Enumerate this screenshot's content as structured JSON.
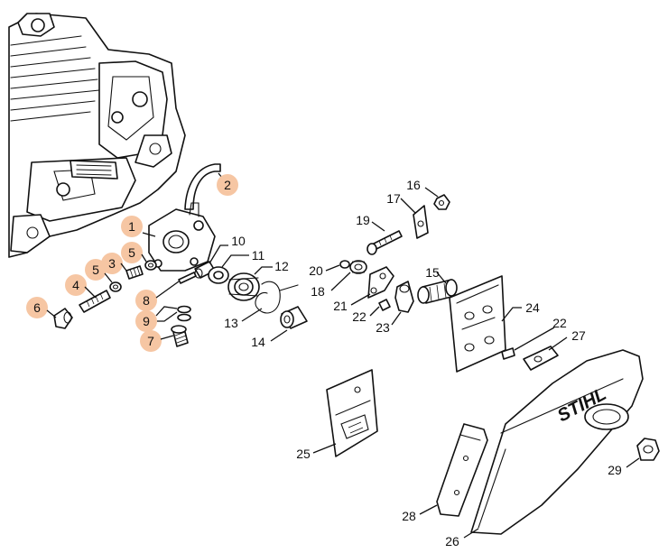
{
  "diagram": {
    "brand_text": "STIHL",
    "highlight_color": "#f6c6a3",
    "line_color": "#111111",
    "highlighted_parts": [
      "1",
      "2",
      "3",
      "4",
      "5",
      "5b",
      "6",
      "7",
      "8",
      "9"
    ],
    "callouts": {
      "p1": "1",
      "p2": "2",
      "p3": "3",
      "p4": "4",
      "p5a": "5",
      "p5b": "5",
      "p6": "6",
      "p7": "7",
      "p8": "8",
      "p9": "9",
      "p10": "10",
      "p11": "11",
      "p12": "12",
      "p13": "13",
      "p14": "14",
      "p15": "15",
      "p16": "16",
      "p17": "17",
      "p18": "18",
      "p19": "19",
      "p20": "20",
      "p21": "21",
      "p22a": "22",
      "p22b": "22",
      "p23": "23",
      "p24": "24",
      "p25": "25",
      "p26": "26",
      "p27": "27",
      "p28": "28",
      "p29": "29"
    }
  }
}
